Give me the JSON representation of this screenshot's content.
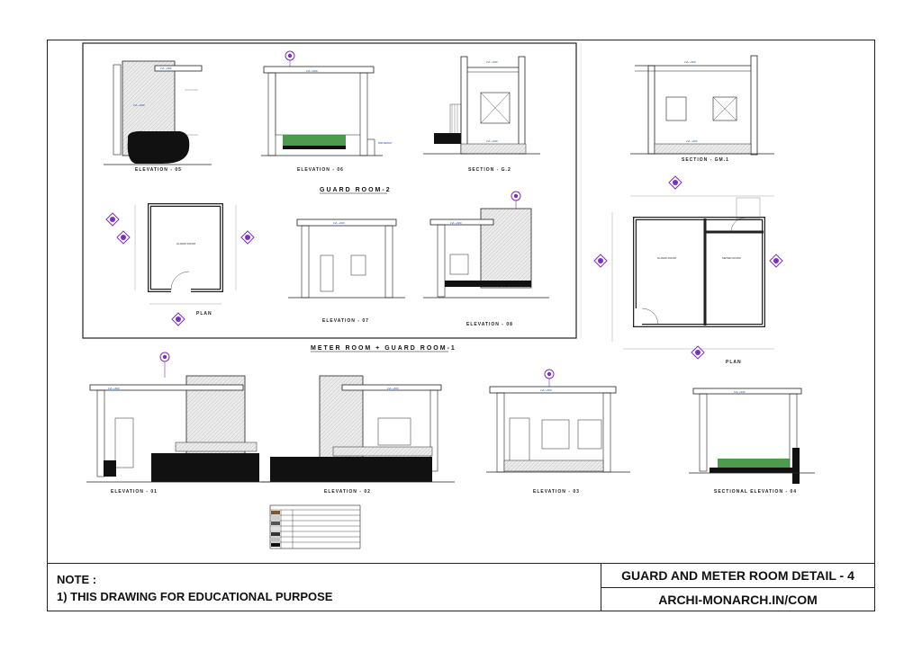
{
  "note": {
    "heading": "NOTE :",
    "line1": "1) THIS DRAWING FOR EDUCATIONAL PURPOSE"
  },
  "title_block": {
    "title": "GUARD AND METER ROOM DETAIL - 4",
    "website": "ARCHI-MONARCH.IN/COM"
  },
  "section_headers": {
    "guard_room_2": "GUARD ROOM-2",
    "meter_guard_1": "METER ROOM + GUARD ROOM-1"
  },
  "view_labels": {
    "elev_05": "ELEVATION - 05",
    "elev_06": "ELEVATION - 06",
    "sec_g2": "SECTION - G.2",
    "sec_gm1": "SECTION - GM.1",
    "plan_a": "PLAN",
    "elev_07": "ELEVATION - 07",
    "elev_08": "ELEVATION - 08",
    "plan_b": "PLAN",
    "elev_01": "ELEVATION - 01",
    "elev_02": "ELEVATION - 02",
    "elev_03": "ELEVATION - 03",
    "sec_elev_04": "SECTIONAL ELEVATION - 04"
  },
  "room_labels": {
    "guard_room": "GUARD ROOM",
    "meter_room": "METER ROOM"
  },
  "colors": {
    "line": "#222222",
    "marker": "#7b2fbf",
    "level": "#1a4fa0",
    "stone": "#111111",
    "planting": "#2f8a2f",
    "cladding_fill": "#e6e6e6"
  }
}
